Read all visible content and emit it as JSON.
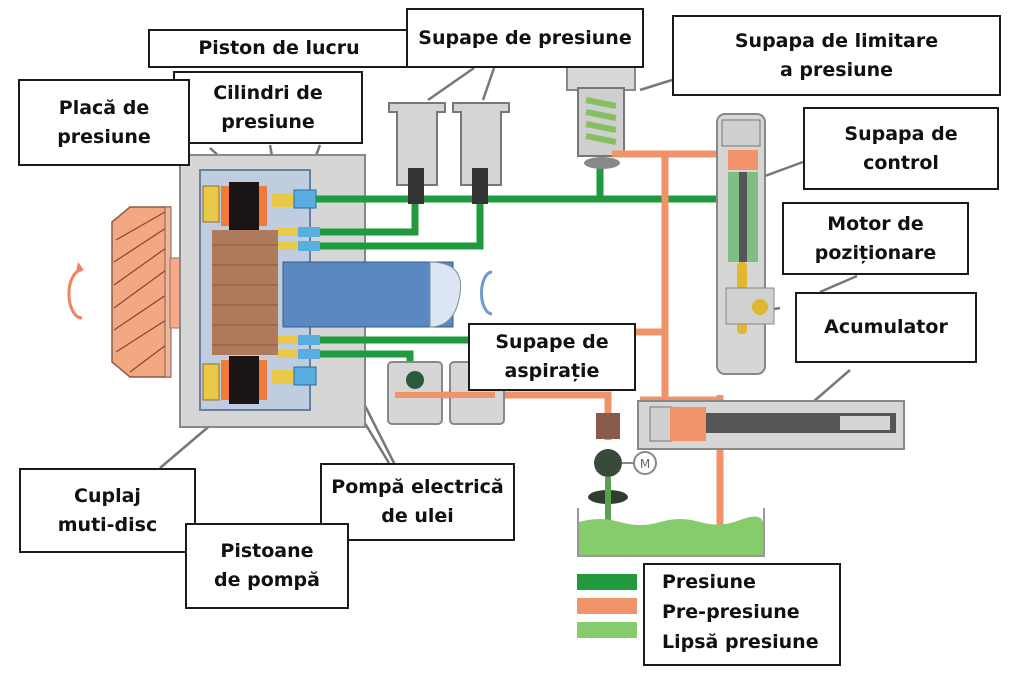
{
  "diagram": {
    "type": "hydraulic-schematic",
    "labels": {
      "piston_de_lucru": "Piston de lucru",
      "supape_de_presiune": "Supape de presiune",
      "supapa_de_limitare": "Supapa de limitare\na presiune",
      "placa_de_presiune": "Placă de\npresiune",
      "cilindri_de_presiune": "Cilindri de\npresiune",
      "supapa_de_control": "Supapa de\ncontrol",
      "motor_de_pozitionare": "Motor de\npoziționare",
      "acumulator": "Acumulator",
      "supape_de_aspiratie": "Supape de\naspirație",
      "cuplaj_muti_disc": "Cuplaj\nmuti-disc",
      "pompa_electrica": "Pompă electrică\nde ulei",
      "pistoane_de_pompa": "Pistoane\nde pompă"
    },
    "legend": [
      {
        "label": "Presiune",
        "color": "#1f9a3e"
      },
      {
        "label": "Pre-presiune",
        "color": "#f0936a"
      },
      {
        "label": "Lipsă presiune",
        "color": "#86cc6c"
      }
    ],
    "motor_symbol": "M"
  }
}
